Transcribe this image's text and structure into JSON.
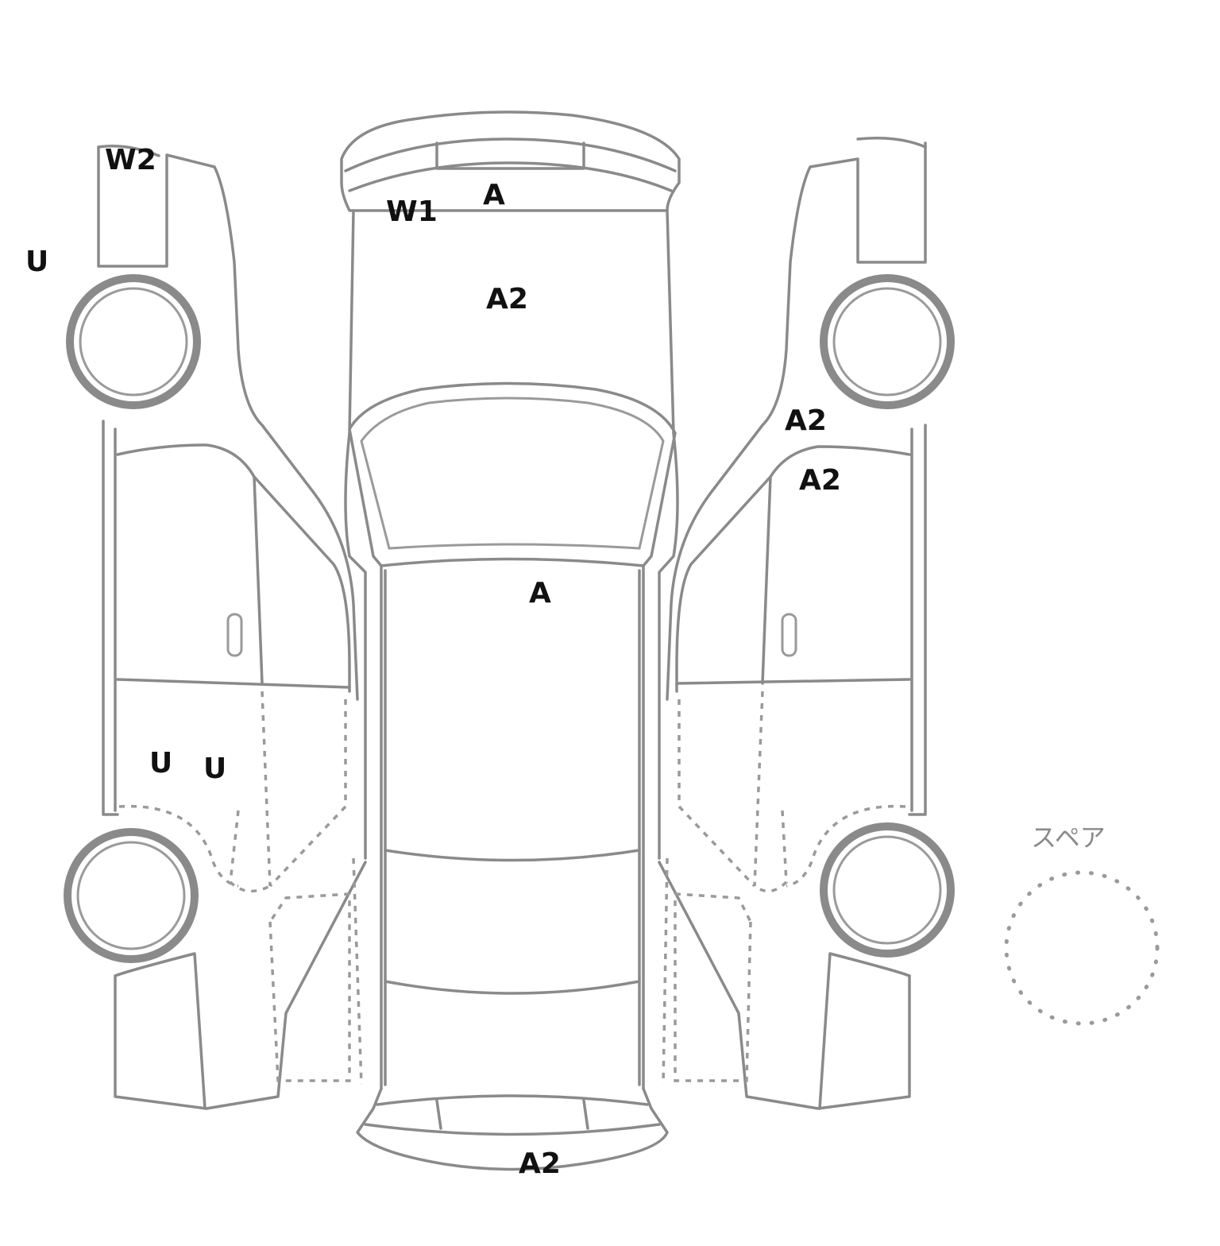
{
  "spare_label": "スペア",
  "marks": {
    "w2_left_front": "W2",
    "u_left_front": "U",
    "w1_windshield": "W1",
    "a_front_bumper": "A",
    "a2_hood": "A2",
    "a2_right_fender": "A2",
    "a2_right_front_door": "A2",
    "a_roof": "A",
    "u_left_door_1": "U",
    "u_left_door_2": "U",
    "a2_rear_bumper": "A2"
  },
  "colors": {
    "outline": "#8a8a8a",
    "marks": "#111111"
  }
}
